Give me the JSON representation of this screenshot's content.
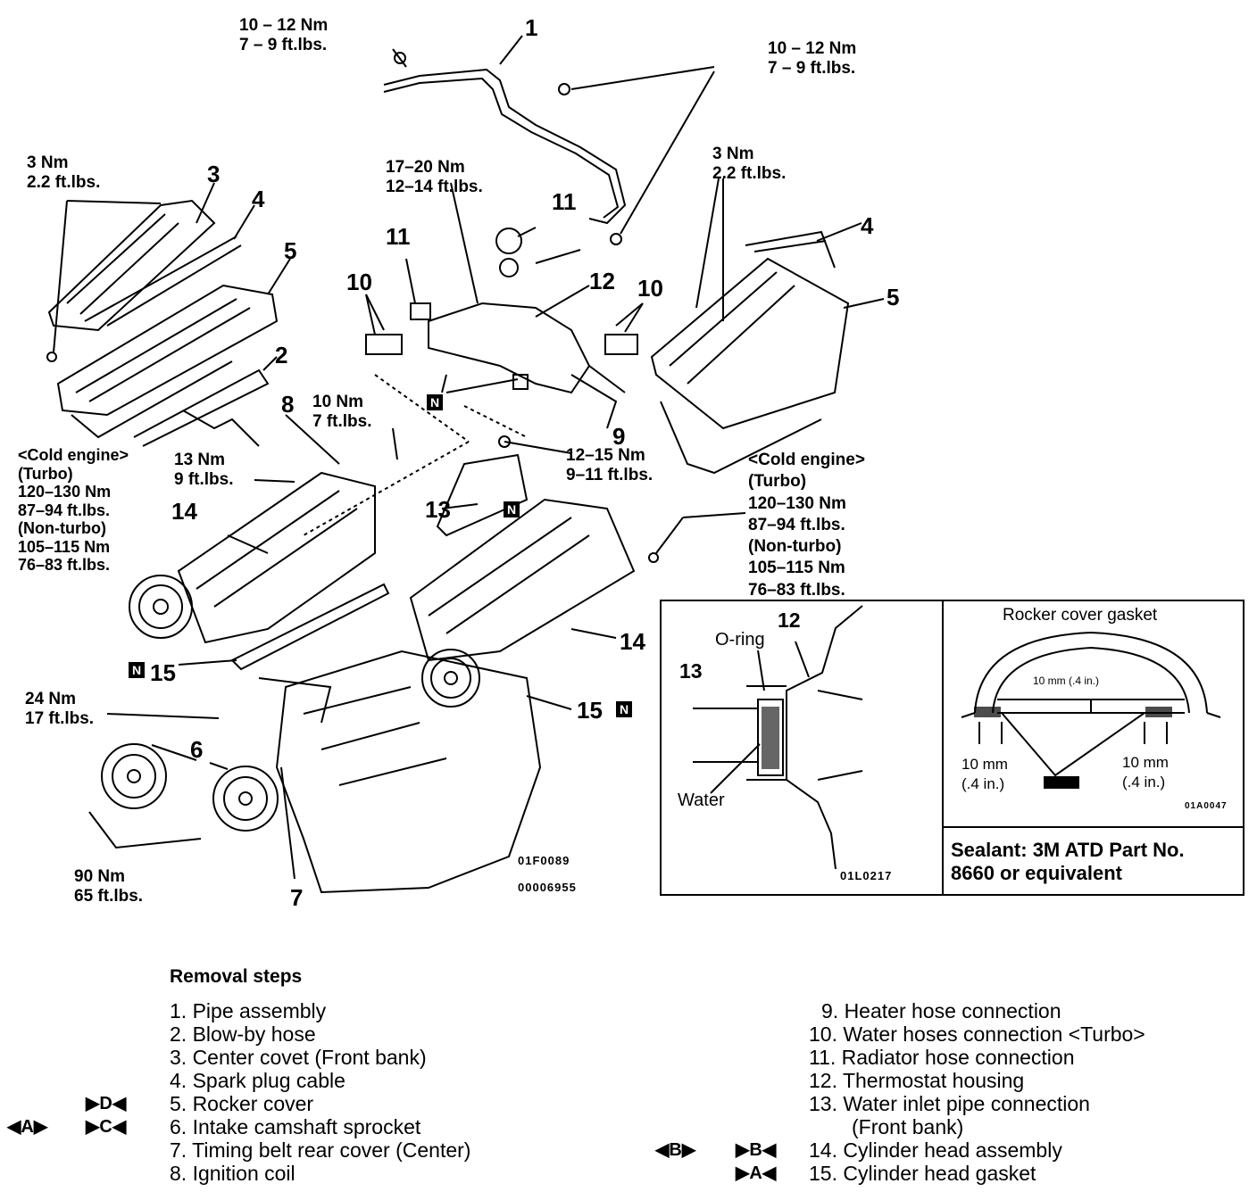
{
  "torque": {
    "t1012_left": "10 – 12 Nm\n7 – 9 ft.lbs.",
    "t1012_right": "10 – 12 Nm\n7 – 9 ft.lbs.",
    "t3_left": "3 Nm\n2.2 ft.lbs.",
    "t3_right": "3 Nm\n2.2 ft.lbs.",
    "t1720": "17–20 Nm\n12–14 ft.lbs.",
    "t10nm": "10 Nm\n7 ft.lbs.",
    "t13nm": "13 Nm\n9 ft.lbs.",
    "t1215": "12–15 Nm\n9–11 ft.lbs.",
    "cold_left": "<Cold engine>\n(Turbo)\n120–130 Nm\n87–94 ft.lbs.\n(Non-turbo)\n105–115 Nm\n76–83 ft.lbs.",
    "cold_right": "<Cold engine>\n(Turbo)\n120–130 Nm\n87–94 ft.lbs.\n(Non-turbo)\n105–115 Nm\n76–83 ft.lbs.",
    "t24": "24 Nm\n17 ft.lbs.",
    "t90": "90 Nm\n65 ft.lbs."
  },
  "callouts": {
    "n1": "1",
    "n2": "2",
    "n3": "3",
    "n4a": "4",
    "n4b": "4",
    "n5a": "5",
    "n5b": "5",
    "n6": "6",
    "n7": "7",
    "n8": "8",
    "n9": "9",
    "n10a": "10",
    "n10b": "10",
    "n11a": "11",
    "n11b": "11",
    "n12": "12",
    "n13": "13",
    "n14a": "14",
    "n14b": "14",
    "n15a": "15",
    "n15b": "15",
    "n_mark": "N"
  },
  "codes": {
    "main1": "01F0089",
    "main2": "00006955"
  },
  "inset1": {
    "label12": "12",
    "label13": "13",
    "oring": "O-ring",
    "water": "Water",
    "code": "01L0217"
  },
  "inset2": {
    "title": "Rocker cover gasket",
    "center": "10 mm (.4 in.)",
    "left": "10 mm\n(.4 in.)",
    "right": "10 mm\n(.4 in.)",
    "code": "01A0047"
  },
  "sealant": "Sealant: 3M ATD Part No.\n8660 or equivalent",
  "removal": {
    "heading": "Removal steps",
    "left": [
      "1. Pipe assembly",
      "2. Blow-by hose",
      "3. Center covet (Front bank)",
      "4. Spark plug cable",
      "5. Rocker cover",
      "6. Intake camshaft sprocket",
      "7. Timing belt rear cover (Center)",
      "8. Ignition coil"
    ],
    "right": [
      "9. Heater hose connection",
      "10. Water hoses connection <Turbo>",
      "11. Radiator hose connection",
      "12. Thermostat housing",
      "13. Water inlet pipe connection",
      "(Front bank)",
      "14. Cylinder head assembly",
      "15. Cylinder head gasket"
    ],
    "markers": {
      "d": "▶D◀",
      "a_open": "◀A▶",
      "c": "▶C◀",
      "b_open": "◀B▶",
      "b": "▶B◀",
      "a": "▶A◀"
    }
  }
}
